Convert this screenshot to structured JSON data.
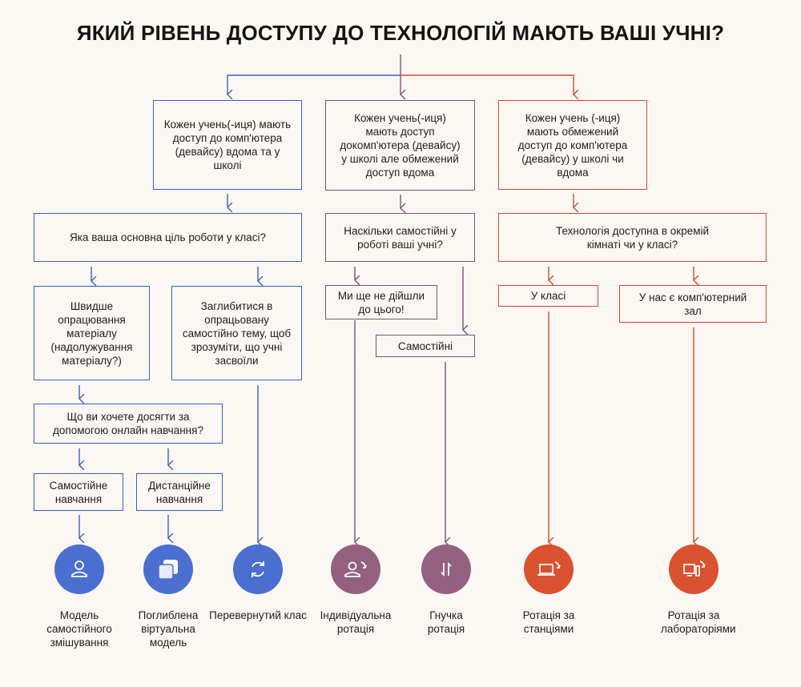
{
  "title": "ЯКИЙ РІВЕНЬ ДОСТУПУ ДО ТЕХНОЛОГІЙ МАЮТЬ ВАШІ УЧНІ?",
  "colors": {
    "blue": "#3b5fc0",
    "blue_fill": "#4a6fd0",
    "purple": "#7e4f78",
    "purple_fill": "#94607f",
    "red": "#cf4a2c",
    "red_fill": "#d9512f"
  },
  "boxes": {
    "access_full": "Кожен учень(-иця) мають доступ до комп'ютера (девайсу) вдома та у школі",
    "access_school": "Кожен учень(-иця) мають доступ докомп'ютера (девайсу) у школі але обмежений доступ вдома",
    "access_limited": "Кожен учень (-иця) мають обмежений доступ до комп'ютера (девайсу) у школі чи вдома",
    "q_goal": "Яка ваша основна ціль роботи у класі?",
    "q_independent": "Наскільки самостійні у роботі ваші учні?",
    "q_room": "Технологія доступна в окремій кімнаті чи у класі?",
    "goal_fast": "Швидше опрацювання матеріалу (надолужування матеріалу?)",
    "goal_deep": "Заглибитися в опрацьовану самостійно тему, щоб зрозуміти, що учні засвоїли",
    "not_yet": "Ми ще не дійшли до цього!",
    "independent": "Самостійні",
    "in_class": "У класі",
    "computer_lab": "У нас є комп'ютерний зал",
    "q_online": "Що ви хочете досягти за допомогою онлайн навчання?",
    "self_study": "Самостійне навчання",
    "distance": "Дистанційне навчання"
  },
  "models": [
    {
      "label": "Модель самостійного змішування",
      "icon": "person-icon",
      "color": "blue"
    },
    {
      "label": "Поглиблена віртуальна модель",
      "icon": "stacked-squares-icon",
      "color": "blue"
    },
    {
      "label": "Перевернутий клас",
      "icon": "rotate-arrows-icon",
      "color": "blue"
    },
    {
      "label": "Індивідуальна ротація",
      "icon": "person-rotate-icon",
      "color": "purple"
    },
    {
      "label": "Гнучка ротація",
      "icon": "swap-arrows-icon",
      "color": "purple"
    },
    {
      "label": "Ротація за станціями",
      "icon": "laptop-rotate-icon",
      "color": "red"
    },
    {
      "label": "Ротація за лабораторіями",
      "icon": "desktop-rotate-icon",
      "color": "red"
    }
  ]
}
